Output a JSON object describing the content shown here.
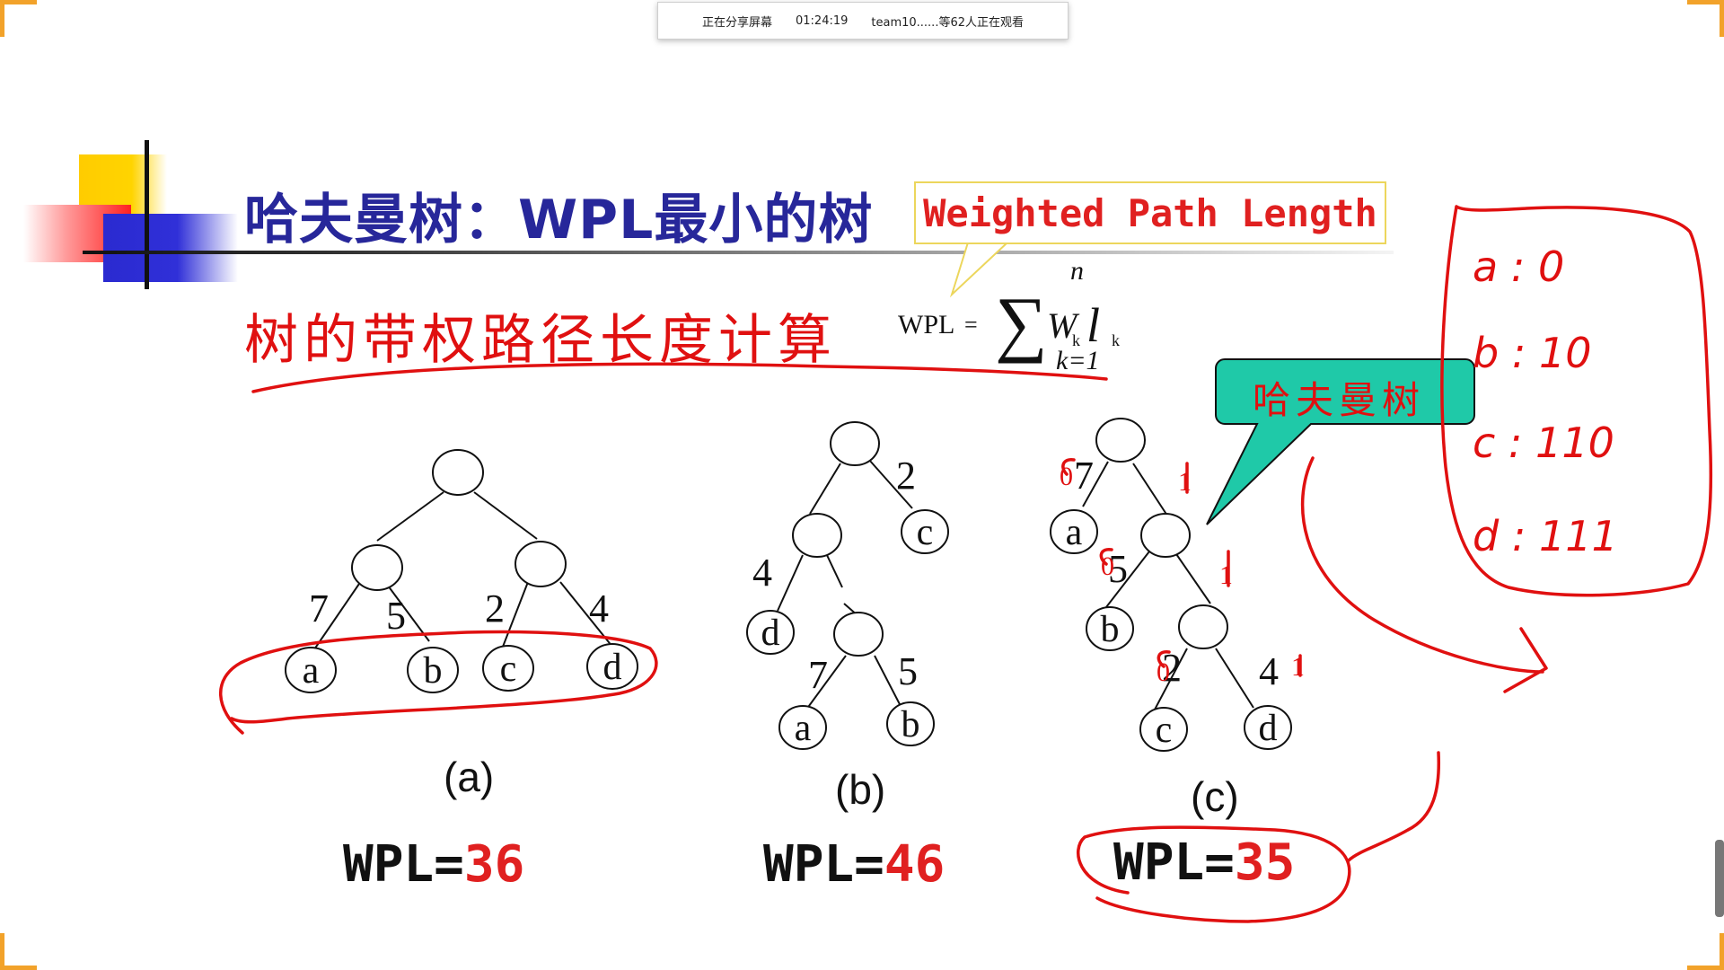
{
  "share_bar": {
    "status": "正在分享屏幕",
    "elapsed": "01:24:19",
    "viewers": "team10......等62人正在观看"
  },
  "slide": {
    "title": "哈夫曼树：WPL最小的树",
    "wpl_callout": "Weighted Path Length",
    "subtitle": "树的带权路径长度计算",
    "formula": {
      "lhs": "WPL",
      "eq": "=",
      "sigma": "∑",
      "upper": "n",
      "lower": "k=1",
      "w": "W",
      "l": "l",
      "sub_k": "k"
    },
    "huffman_label": "哈夫曼树",
    "trees": [
      {
        "id": "a",
        "caption": "(a)",
        "wpl_label": "WPL=",
        "wpl_value": "36",
        "weights": [
          "7",
          "5",
          "2",
          "4"
        ],
        "leaves": [
          "a",
          "b",
          "c",
          "d"
        ]
      },
      {
        "id": "b",
        "caption": "(b)",
        "wpl_label": "WPL=",
        "wpl_value": "46",
        "weights": [
          "2",
          "4",
          "7",
          "5"
        ],
        "leaves": [
          "c",
          "d",
          "a",
          "b"
        ]
      },
      {
        "id": "c",
        "caption": "(c)",
        "wpl_label": "WPL=",
        "wpl_value": "35",
        "weights": [
          "7",
          "5",
          "2",
          "4"
        ],
        "leaves": [
          "a",
          "b",
          "c",
          "d"
        ]
      }
    ],
    "annotations": {
      "edge_bits": [
        "0",
        "1",
        "0",
        "1",
        "0",
        "1"
      ],
      "code_table": [
        {
          "sym": "a",
          "sep": ":",
          "code": "0"
        },
        {
          "sym": "b",
          "sep": ":",
          "code": "10"
        },
        {
          "sym": "c",
          "sep": ":",
          "code": "110"
        },
        {
          "sym": "d",
          "sep": ":",
          "code": "111"
        }
      ]
    },
    "colors": {
      "title": "#27279a",
      "accent_red": "#e02020",
      "callout_teal": "#1fc9a8",
      "frame_orange": "#f2a22a"
    }
  }
}
